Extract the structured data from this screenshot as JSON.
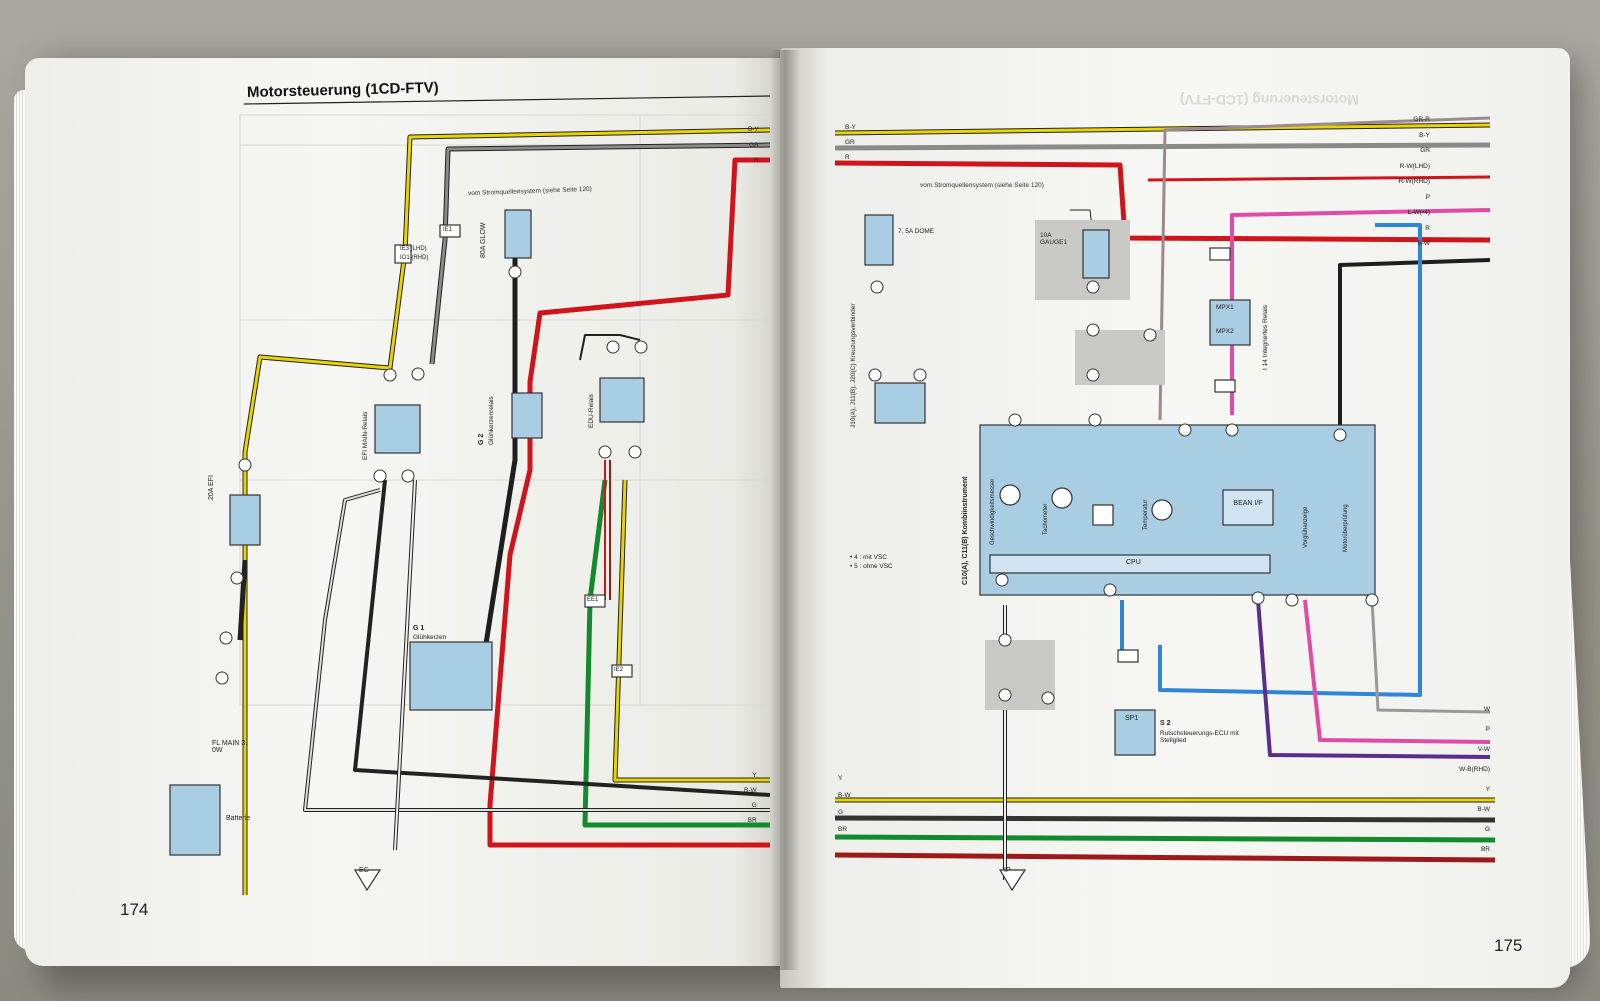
{
  "left_page": {
    "title": "Motorsteuerung (1CD-FTV)",
    "page_number": "174",
    "source_note": "vom Stromquellensystem (siehe Seite 120)",
    "components": {
      "fuse_20a": "20A EFI",
      "fuse_80a": "80A GLOW",
      "fl_main": "FL MAIN 3. 0W",
      "battery": "Batterie",
      "efi_relay": "EFI MAIN-Relais",
      "glow_relay": "Glühkerzenrelais",
      "glow_relay_id": "G 2",
      "edu_relay": "EDU-Relais",
      "glow_plugs_id": "G 1",
      "glow_plugs": "Glühkerzen",
      "ground": "EC"
    },
    "connectors": [
      "IE3 (LHD)",
      "IO1 (RHD)",
      "IE1",
      "EE1",
      "IE2"
    ],
    "wire_labels_right": [
      "B-Y",
      "GR",
      "R",
      "Y",
      "B-W",
      "G",
      "BR"
    ]
  },
  "right_page": {
    "page_number": "175",
    "faded_title": "Motorsteuerung (1CD-FTV)",
    "source_note": "vom Stromquellensystem (siehe Seite 120)",
    "components": {
      "fuse_dome": "7. 5A DOME",
      "fuse_gauge": "10A GAUGE1",
      "junction": "J10(A), J11(B), J20(C) Kreuzungsverbinder",
      "mpx1": "MPX1",
      "mpx2": "MPX2",
      "integrated_relay": "I 14 Integriertes Relais",
      "combo_instrument": "C10(A), C11(B) Kombiinstrument",
      "speedometer": "Geschwindigkeitsmesser",
      "tachometer": "Tachometer",
      "temperature": "Temperatur",
      "bean": "BEAN I/F",
      "cpu": "CPU",
      "preheat": "Vorglühanzeige",
      "engine_warning": "Motorüberprüfung",
      "ecu_id": "S 2",
      "ecu_name": "Rutschsteuerungs-ECU mit Stellglied",
      "ecu_box": "SP1",
      "ground": "IP"
    },
    "notes": [
      "• 4 : mit VSC",
      "• 5 : ohne VSC"
    ],
    "wire_labels_left": [
      "B-Y",
      "GR",
      "R",
      "Y",
      "B-W",
      "G",
      "BR"
    ],
    "wire_labels_right_top": [
      "GR-R",
      "B-Y",
      "GR",
      "R-W(LHD)",
      "R-W(RHD)",
      "P",
      "L-W(•4)",
      "R",
      "B-W"
    ],
    "wire_labels_right_bottom": [
      "W",
      "P",
      "V-W",
      "W-B(RHD)",
      "Y",
      "B-W",
      "G",
      "BR"
    ]
  },
  "colors": {
    "yellow": "#e8d400",
    "gray": "#8a8a8a",
    "red": "#d0141c",
    "black": "#1e1e1e",
    "green": "#138a2e",
    "brown_red": "#9e1a1a",
    "blue": "#2e86d6",
    "pink": "#e04aa8",
    "violet": "#5b2d8e",
    "component_fill": "#a9cde3"
  }
}
